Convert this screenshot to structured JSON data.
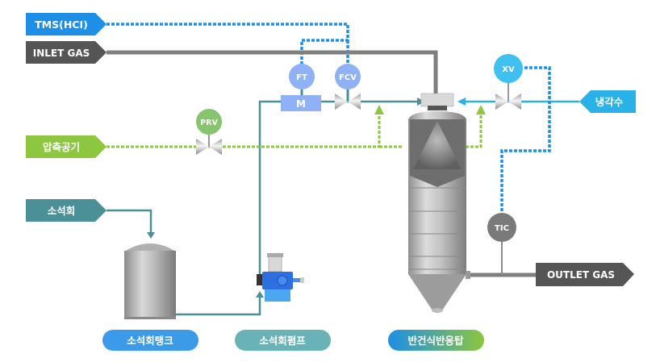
{
  "colors": {
    "tms": "#1E8FE6",
    "inlet": "#555555",
    "air": "#8DC63F",
    "lime": "#4A9096",
    "cooling": "#29B1E8",
    "outlet": "#555555",
    "instrument_blue": "#8FB1F5",
    "instrument_cyan": "#3EC1F0",
    "instrument_green": "#86C46E",
    "instrument_gray": "#7A7A7A",
    "pipe_gray": "#7F7F7F"
  },
  "inputs": {
    "tms": "TMS(HCI)",
    "inlet_gas": "INLET GAS",
    "compressed_air": "압축공기",
    "lime": "소석회",
    "cooling_water": "냉각수"
  },
  "outputs": {
    "outlet_gas": "OUTLET GAS"
  },
  "instruments": {
    "ft": "FT",
    "fcv": "FCV",
    "xv": "XV",
    "prv": "PRV",
    "tic": "TIC",
    "meter": "M"
  },
  "equipment": {
    "lime_tank": "소석회탱크",
    "lime_pump": "소석회펌프",
    "reactor": "반건식반응탑"
  }
}
